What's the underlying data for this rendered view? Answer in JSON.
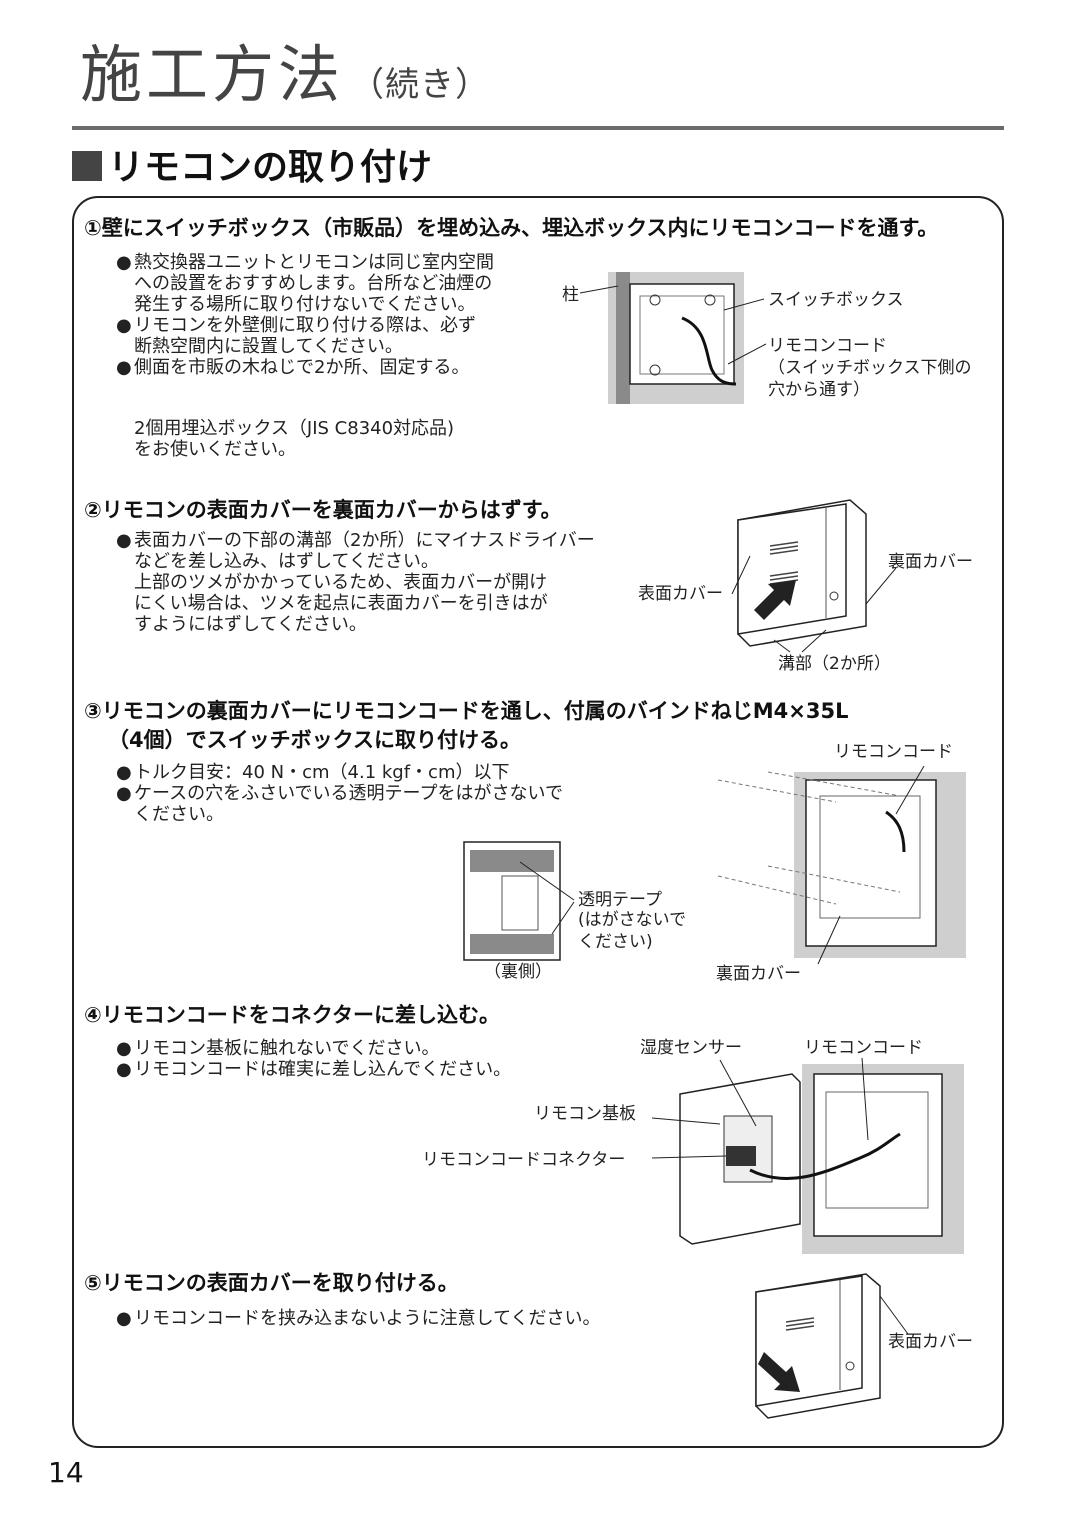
{
  "header": {
    "title": "施工方法",
    "title_sub": "（続き）"
  },
  "section": {
    "heading": "リモコンの取り付け"
  },
  "steps": [
    {
      "title": "①壁にスイッチボックス（市販品）を埋め込み、埋込ボックス内にリモコンコードを通す。",
      "bullets": [
        "熱交換器ユニットとリモコンは同じ室内空間",
        "への設置をおすすめします。台所など油煙の",
        "発生する場所に取り付けないでください。",
        "リモコンを外壁側に取り付ける際は、必ず",
        "断熱空間内に設置してください。",
        "側面を市販の木ねじで2か所、固定する。"
      ],
      "note": [
        "2個用埋込ボックス（JIS C8340対応品)",
        "をお使いください。"
      ],
      "labels": {
        "pillar": "柱",
        "switch_box": "スイッチボックス",
        "cord": "リモコンコード",
        "cord_note_1": "（スイッチボックス下側の",
        "cord_note_2": "穴から通す）"
      }
    },
    {
      "title": "②リモコンの表面カバーを裏面カバーからはずす。",
      "lines": [
        "表面カバーの下部の溝部（2か所）にマイナスドライバー",
        "などを差し込み、はずしてください。",
        "上部のツメがかかっているため、表面カバーが開け",
        "にくい場合は、ツメを起点に表面カバーを引きはが",
        "すようにはずしてください。"
      ],
      "labels": {
        "front_cover": "表面カバー",
        "back_cover": "裏面カバー",
        "grooves": "溝部（2か所）"
      }
    },
    {
      "title_1": "③リモコンの裏面カバーにリモコンコードを通し、付属のバインドねじM4×35L",
      "title_2": "（4個）でスイッチボックスに取り付ける。",
      "bullets": [
        "トルク目安：40 N・cm（4.1 kgf・cm）以下",
        "ケースの穴をふさいでいる透明テープをはがさないで",
        "ください。"
      ],
      "labels": {
        "tape_1": "透明テープ",
        "tape_2": "(はがさないで",
        "tape_3": "ください)",
        "reverse": "（裏側）",
        "cord": "リモコンコード",
        "back_cover": "裏面カバー"
      }
    },
    {
      "title": "④リモコンコードをコネクターに差し込む。",
      "bullets": [
        "リモコン基板に触れないでください。",
        "リモコンコードは確実に差し込んでください。"
      ],
      "labels": {
        "humidity_sensor": "湿度センサー",
        "cord": "リモコンコード",
        "board": "リモコン基板",
        "connector": "リモコンコードコネクター"
      }
    },
    {
      "title": "⑤リモコンの表面カバーを取り付ける。",
      "bullets": [
        "リモコンコードを挟み込まないように注意してください。"
      ],
      "labels": {
        "front_cover": "表面カバー"
      }
    }
  ],
  "page_number": "14"
}
